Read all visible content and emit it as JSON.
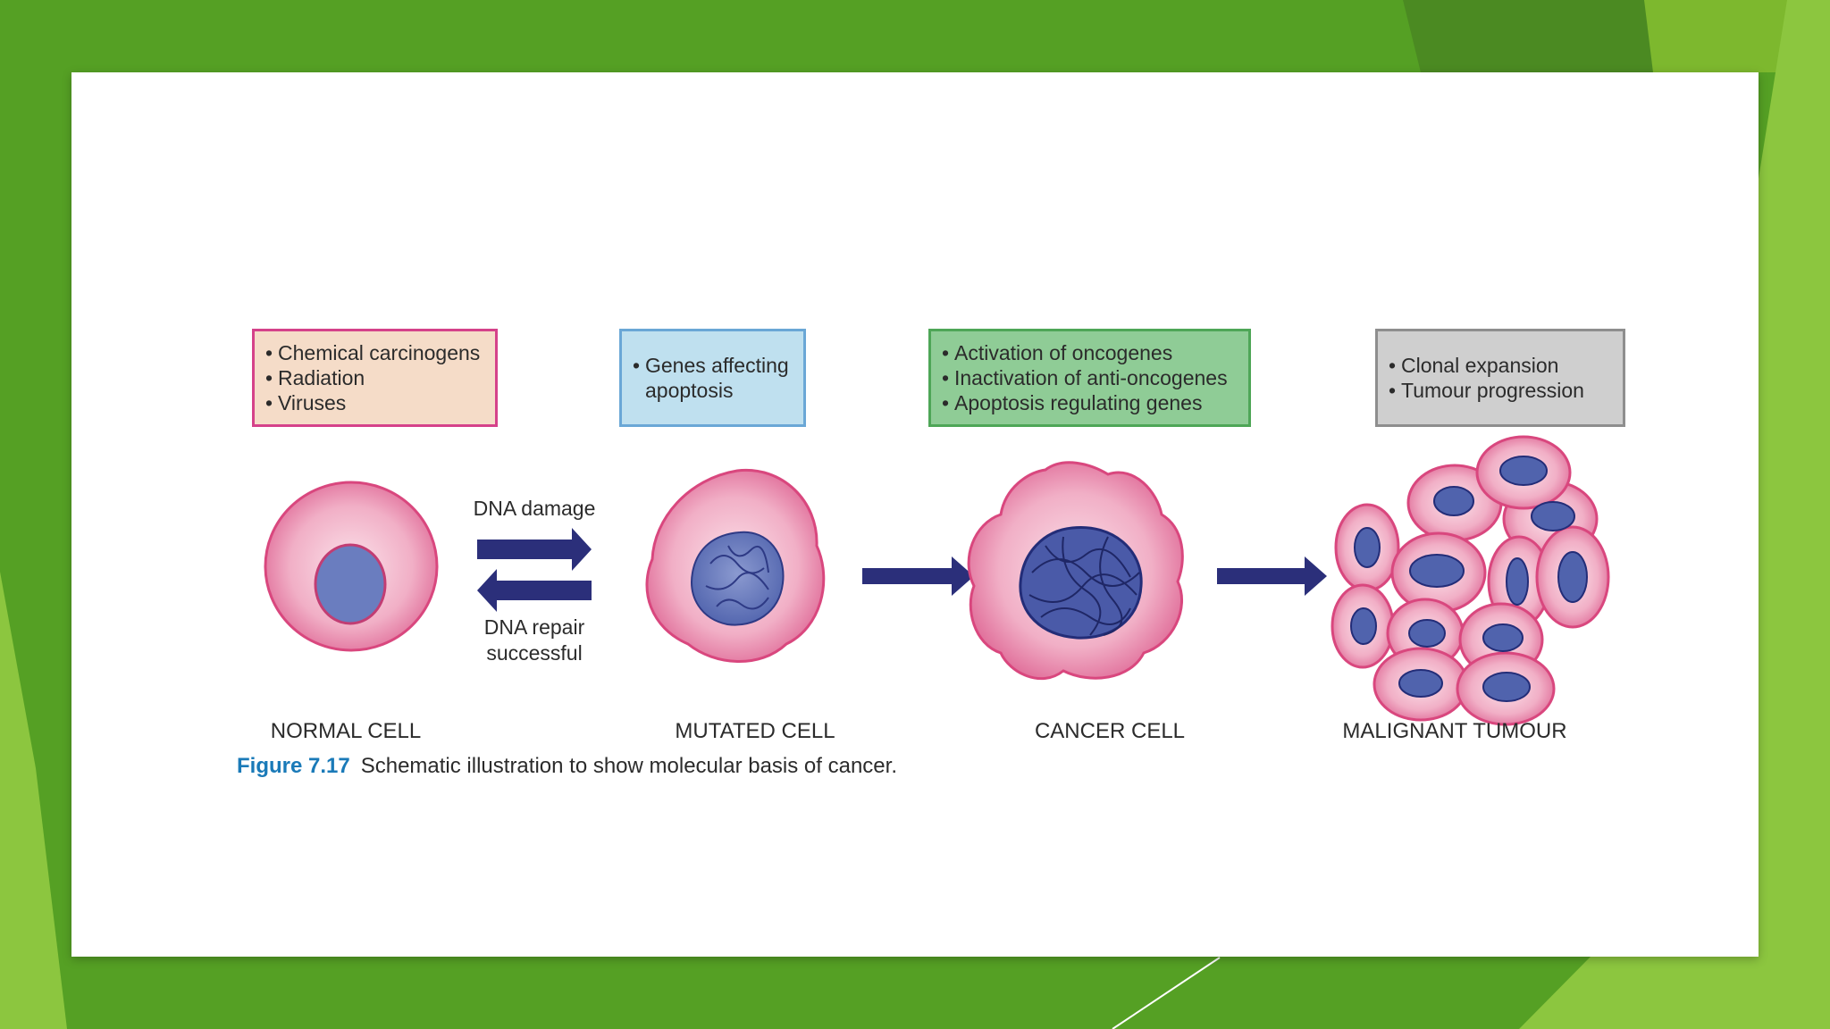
{
  "colors": {
    "background_green": "#55a024",
    "accent_light_green": "#8cc63f",
    "arrow_navy": "#2b2f7a",
    "cell_pink": "#e47ca2",
    "nucleus_blue": "#5c70b8",
    "figure_label_blue": "#1a7ab8"
  },
  "factor_boxes": [
    {
      "items": [
        "Chemical carcinogens",
        "Radiation",
        "Viruses"
      ],
      "color": "#f5dcc8"
    },
    {
      "items": [
        "Genes affecting apoptosis"
      ],
      "color": "#bfe0ef"
    },
    {
      "items": [
        "Activation of oncogenes",
        "Inactivation of anti-oncogenes",
        "Apoptosis regulating genes"
      ],
      "color": "#8fcc96"
    },
    {
      "items": [
        "Clonal expansion",
        "Tumour progression"
      ],
      "color": "#cfcfcf"
    }
  ],
  "arrows": {
    "forward_label": "DNA damage",
    "reverse_label_line1": "DNA repair",
    "reverse_label_line2": "successful"
  },
  "stages": [
    "NORMAL CELL",
    "MUTATED CELL",
    "CANCER CELL",
    "MALIGNANT TUMOUR"
  ],
  "caption": {
    "figure_number": "Figure 7.17",
    "text": "Schematic illustration to show molecular basis of cancer."
  }
}
